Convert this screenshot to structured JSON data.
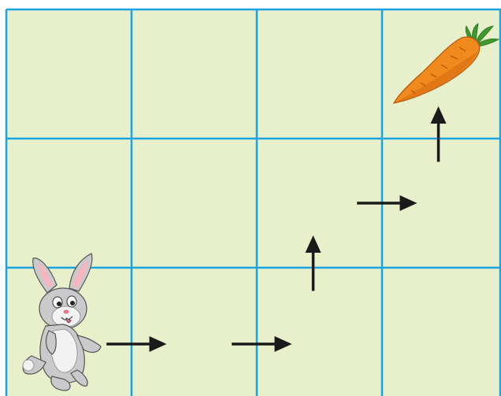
{
  "grid": {
    "rows": 3,
    "cols": 4,
    "colors": {
      "cell_fill": "#E7EFCB",
      "grid_line": "#1BA3DD",
      "arrow": "#1A1A1A",
      "carrot_body": "#F08A1C",
      "carrot_shade": "#D86A10",
      "carrot_leaves": "#3F9A2E",
      "rabbit_fur": "#C9CACC",
      "rabbit_light": "#F2F2F2",
      "rabbit_inner_ear": "#F4B7C0"
    }
  },
  "pieces": {
    "start": {
      "name": "rabbit",
      "row": 2,
      "col": 0,
      "icon": "rabbit-icon"
    },
    "goal": {
      "name": "carrot",
      "row": 0,
      "col": 3,
      "icon": "carrot-icon"
    }
  },
  "path": {
    "moves": [
      "right",
      "right",
      "up",
      "right",
      "up"
    ]
  }
}
